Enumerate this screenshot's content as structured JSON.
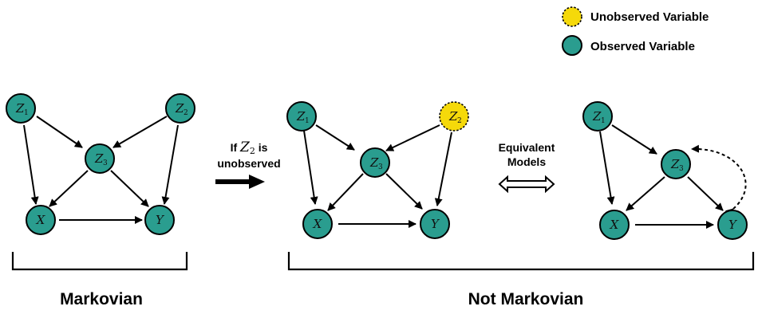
{
  "legend": [
    {
      "label": "Unobserved Variable",
      "kind": "unobserved",
      "color": "#f5d90a"
    },
    {
      "label": "Observed Variable",
      "kind": "observed",
      "color": "#2a9d8f"
    }
  ],
  "nodes": {
    "z1": {
      "main": "Z",
      "sub": "1"
    },
    "z2": {
      "main": "Z",
      "sub": "2"
    },
    "z3": {
      "main": "Z",
      "sub": "3"
    },
    "x": {
      "main": "X"
    },
    "y": {
      "main": "Y"
    }
  },
  "annotation_left": {
    "line1_prefix": "If ",
    "var": "Z",
    "var_sub": "2",
    "line1_suffix": " is",
    "line2": "unobserved"
  },
  "annotation_right": {
    "line1": "Equivalent",
    "line2": "Models"
  },
  "captions": {
    "left": "Markovian",
    "right": "Not Markovian"
  },
  "colors": {
    "observed": "#2a9d8f",
    "unobserved": "#f5d90a",
    "stroke": "#000000"
  }
}
